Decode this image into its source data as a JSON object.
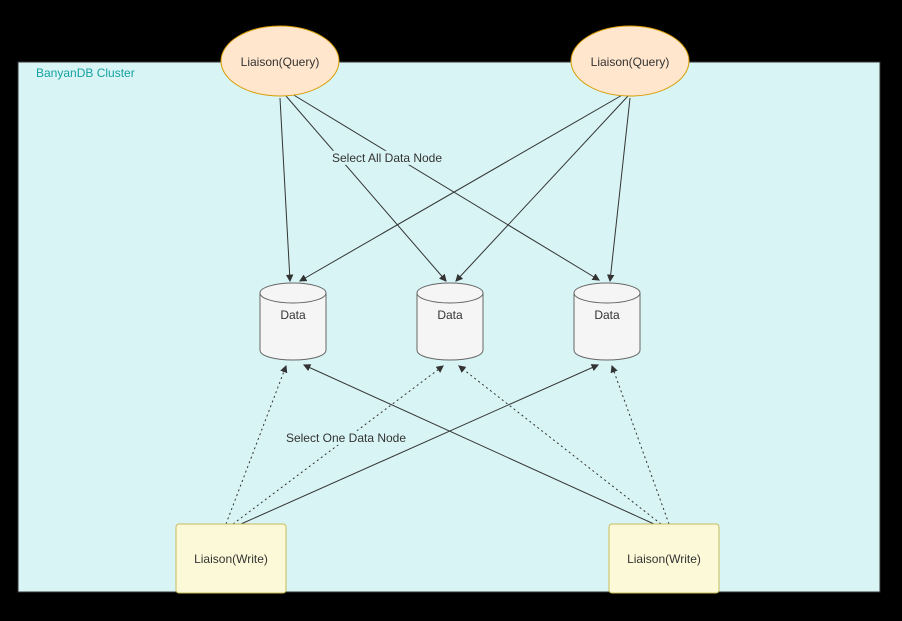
{
  "diagram": {
    "title": "BanyanDB Cluster",
    "query_nodes": [
      {
        "label": "Liaison(Query)"
      },
      {
        "label": "Liaison(Query)"
      }
    ],
    "data_nodes": [
      {
        "label": "Data"
      },
      {
        "label": "Data"
      },
      {
        "label": "Data"
      }
    ],
    "write_nodes": [
      {
        "label": "Liaison(Write)"
      },
      {
        "label": "Liaison(Write)"
      }
    ],
    "edge_labels": {
      "query": "Select All Data Node",
      "write": "Select One Data Node"
    },
    "edges": [
      {
        "from": "query-1",
        "to": "data-1",
        "style": "solid"
      },
      {
        "from": "query-1",
        "to": "data-2",
        "style": "solid"
      },
      {
        "from": "query-1",
        "to": "data-3",
        "style": "solid"
      },
      {
        "from": "query-2",
        "to": "data-1",
        "style": "solid"
      },
      {
        "from": "query-2",
        "to": "data-2",
        "style": "solid"
      },
      {
        "from": "query-2",
        "to": "data-3",
        "style": "solid"
      },
      {
        "from": "write-1",
        "to": "data-1",
        "style": "dotted"
      },
      {
        "from": "write-1",
        "to": "data-2",
        "style": "dotted"
      },
      {
        "from": "write-1",
        "to": "data-3",
        "style": "solid"
      },
      {
        "from": "write-2",
        "to": "data-1",
        "style": "solid"
      },
      {
        "from": "write-2",
        "to": "data-2",
        "style": "dotted"
      },
      {
        "from": "write-2",
        "to": "data-3",
        "style": "dotted"
      }
    ]
  },
  "colors": {
    "canvas_background": "#000000",
    "cluster_fill": "#d8f4f4",
    "cluster_border": "#333333",
    "cluster_title_text": "#17a2a2",
    "query_node_fill": "#ffe6cc",
    "query_node_border": "#d79b00",
    "data_node_fill": "#f5f5f5",
    "data_node_border": "#666666",
    "write_node_fill": "#fcf9d8",
    "write_node_border": "#c8bc5a",
    "edge": "#333333",
    "text": "#333333"
  }
}
